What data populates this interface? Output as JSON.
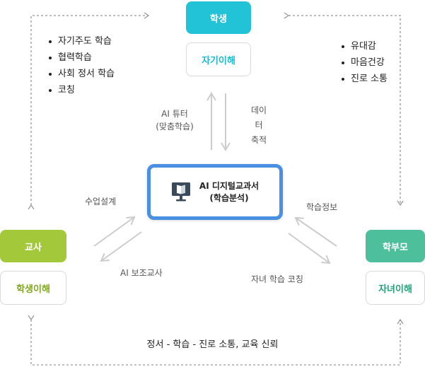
{
  "colors": {
    "student": "#22c3d6",
    "teacher": "#a3c93a",
    "parent": "#4dbf9a",
    "center_border": "#4a90e2",
    "arrow": "#cccccc",
    "dashed": "#999999"
  },
  "student": {
    "label": "학생",
    "sub": "자기이해"
  },
  "teacher": {
    "label": "교사",
    "sub": "학생이해"
  },
  "parent": {
    "label": "학부모",
    "sub": "자녀이해"
  },
  "center": {
    "line1": "AI 디지털교과서",
    "line2": "(학습분석)",
    "icon": "monitor-book-icon"
  },
  "left_list": [
    "자기주도 학습",
    "협력학습",
    "사회 정서 학습",
    "코칭"
  ],
  "right_list": [
    "유대감",
    "마음건강",
    "진로 소통"
  ],
  "labels": {
    "ai_tutor": "AI 튜터",
    "ai_tutor_sub": "(맞춤학습)",
    "data1": "데이",
    "data2": "터",
    "data3": "축적",
    "lesson_design": "수업설계",
    "ai_assistant": "AI 보조교사",
    "learning_info": "학습정보",
    "child_coaching": "자녀 학습 코칭",
    "bottom": "정서 - 학습 - 진로 소통, 교육 신뢰"
  }
}
